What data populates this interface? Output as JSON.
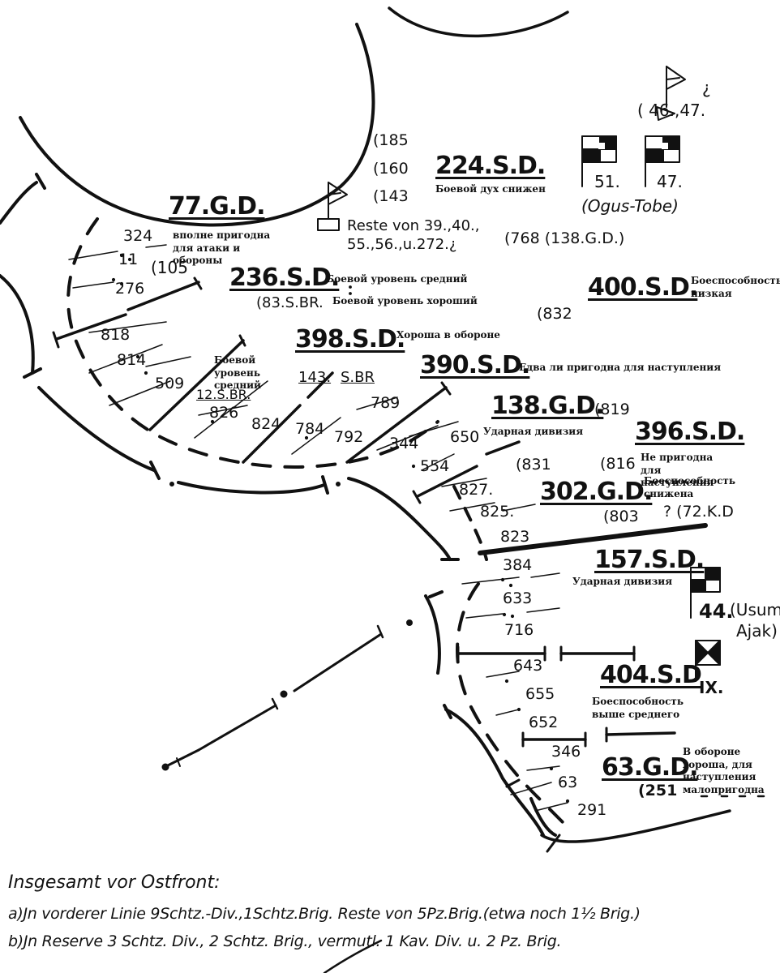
{
  "divisions": {
    "d77": "77.G.D.",
    "d224": "224.S.D.",
    "d236": "236.S.D.",
    "d398": "398.S.D.",
    "d390": "390.S.D.",
    "d138": "138.G.D.",
    "d396": "396.S.D.",
    "d400": "400.S.D.",
    "d302": "302.G.D.",
    "d157": "157.S.D.",
    "d404": "404.S.D",
    "d63": "63.G.D."
  },
  "assessments": {
    "a77": "вполне пригодна для атаки и обороны",
    "a224": "Боевой дух снижен",
    "a236": "Боевой уровень средний",
    "a83": "Боевой уровень хороший",
    "a398": "Хороша в обороне",
    "a12": "Боевой уровень средний",
    "a390": "Едва ли пригодна для наступления",
    "a400": "Боеспособность низкая",
    "a138": "Ударная дивизия",
    "a396": "Не пригодна для наступления",
    "a396b": "Боеспособность снижена",
    "a157": "Ударная дивизия",
    "a404": "Боеспособность выше среднего",
    "a63": "В обороне хороша, для наступления малопригодна"
  },
  "regiments": {
    "r324": "324",
    "r11": "11",
    "r276": "276",
    "r105": "(105",
    "r818": "818",
    "r814": "814",
    "r509": "509",
    "r826": "826",
    "r824": "824",
    "r784": "784",
    "r792": "792",
    "r344": "344",
    "r554": "554",
    "r650": "650",
    "r789": "789",
    "r827": "827.",
    "r825": "825.",
    "r823": "823",
    "r384": "384",
    "r633": "633",
    "r716": "716",
    "r643": "643",
    "r655": "655",
    "r652": "652",
    "r346": "346",
    "r63": "63",
    "r291": "291",
    "r185": "(185",
    "r160": "(160",
    "r143": "(143",
    "r768": "(768 (138.G.D.)",
    "r832": "(832",
    "r819": "(819",
    "r831": "(831",
    "r816": "(816",
    "r803": "(803",
    "r72": "? (72.K.D",
    "r251": "(251",
    "b12": "12.S.BR.",
    "b143": "143.",
    "bsbr": "S.BR",
    "b83": "(83.S.BR."
  },
  "annotations": {
    "reste1": "Reste von 39.,40.,",
    "reste2": "55.,56.,u.272.¿",
    "q1": "¿",
    "n4647": "( 46.,47.",
    "n51": "51.",
    "n47": "47.",
    "ogus": "(Ogus-Tobe)",
    "n44": "44.",
    "usum1": "(Usum",
    "usum2": "Ajak)",
    "nIX": "IX."
  },
  "legend": {
    "title": "Insgesamt vor Ostfront:",
    "line_a": "a)Jn vorderer Linie  9Schtz.-Div.,1Schtz.Brig. Reste von 5Pz.Brig.(etwa noch 1½ Brig.)",
    "line_b": "b)Jn Reserve  3     Schtz. Div., 2 Schtz. Brig., vermutl. 1 Kav. Div. u. 2 Pz. Brig."
  },
  "colors": {
    "ink": "#111111",
    "paper": "#ffffff"
  }
}
